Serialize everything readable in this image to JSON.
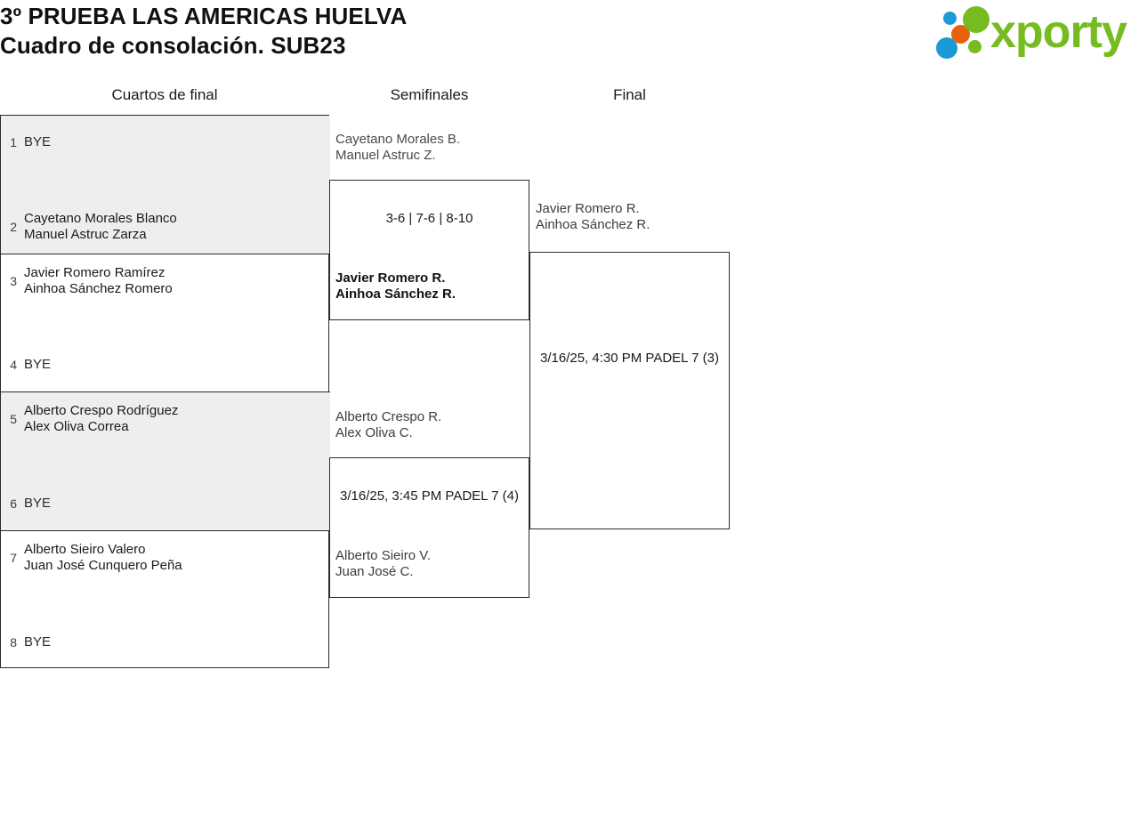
{
  "header": {
    "title_line1": "3º PRUEBA LAS AMERICAS HUELVA",
    "title_line2": "Cuadro de consolación. SUB23",
    "logo_text": "xporty",
    "logo_colors": {
      "blue": "#1b9ad6",
      "orange": "#e8620c",
      "green": "#76bc21"
    }
  },
  "rounds": [
    {
      "label": "Cuartos de final"
    },
    {
      "label": "Semifinales"
    },
    {
      "label": "Final"
    }
  ],
  "round1": {
    "pairs": [
      {
        "shaded": true,
        "top": {
          "seed": "1",
          "lines": [
            "BYE"
          ],
          "bye": true
        },
        "bottom": {
          "seed": "2",
          "lines": [
            "Cayetano Morales Blanco",
            "Manuel Astruc Zarza"
          ],
          "bye": false
        }
      },
      {
        "shaded": false,
        "top": {
          "seed": "3",
          "lines": [
            "Javier Romero Ramírez",
            "Ainhoa Sánchez Romero"
          ],
          "bye": false
        },
        "bottom": {
          "seed": "4",
          "lines": [
            "BYE"
          ],
          "bye": true
        }
      },
      {
        "shaded": true,
        "top": {
          "seed": "5",
          "lines": [
            "Alberto Crespo Rodríguez",
            "Alex Oliva Correa"
          ],
          "bye": false
        },
        "bottom": {
          "seed": "6",
          "lines": [
            "BYE"
          ],
          "bye": true
        }
      },
      {
        "shaded": false,
        "top": {
          "seed": "7",
          "lines": [
            "Alberto Sieiro Valero",
            "Juan José Cunquero Peña"
          ],
          "bye": false
        },
        "bottom": {
          "seed": "8",
          "lines": [
            "BYE"
          ],
          "bye": true
        }
      }
    ]
  },
  "semifinals": [
    {
      "note": "3-6 | 7-6 | 8-10",
      "top": {
        "line1": "Cayetano Morales B.",
        "line2": "Manuel Astruc Z.",
        "state": "loser"
      },
      "bottom": {
        "line1": "Javier Romero R.",
        "line2": "Ainhoa Sánchez R.",
        "state": "winner"
      }
    },
    {
      "note": "3/16/25, 3:45 PM PADEL 7 (4)",
      "top": {
        "line1": "Alberto Crespo R.",
        "line2": "Alex Oliva C.",
        "state": "pending"
      },
      "bottom": {
        "line1": "Alberto Sieiro V.",
        "line2": "Juan José C.",
        "state": "pending"
      }
    }
  ],
  "final": {
    "note": "3/16/25, 4:30 PM PADEL 7 (3)",
    "top": {
      "line1": "Javier Romero R.",
      "line2": "Ainhoa Sánchez R.",
      "state": "pending"
    }
  }
}
